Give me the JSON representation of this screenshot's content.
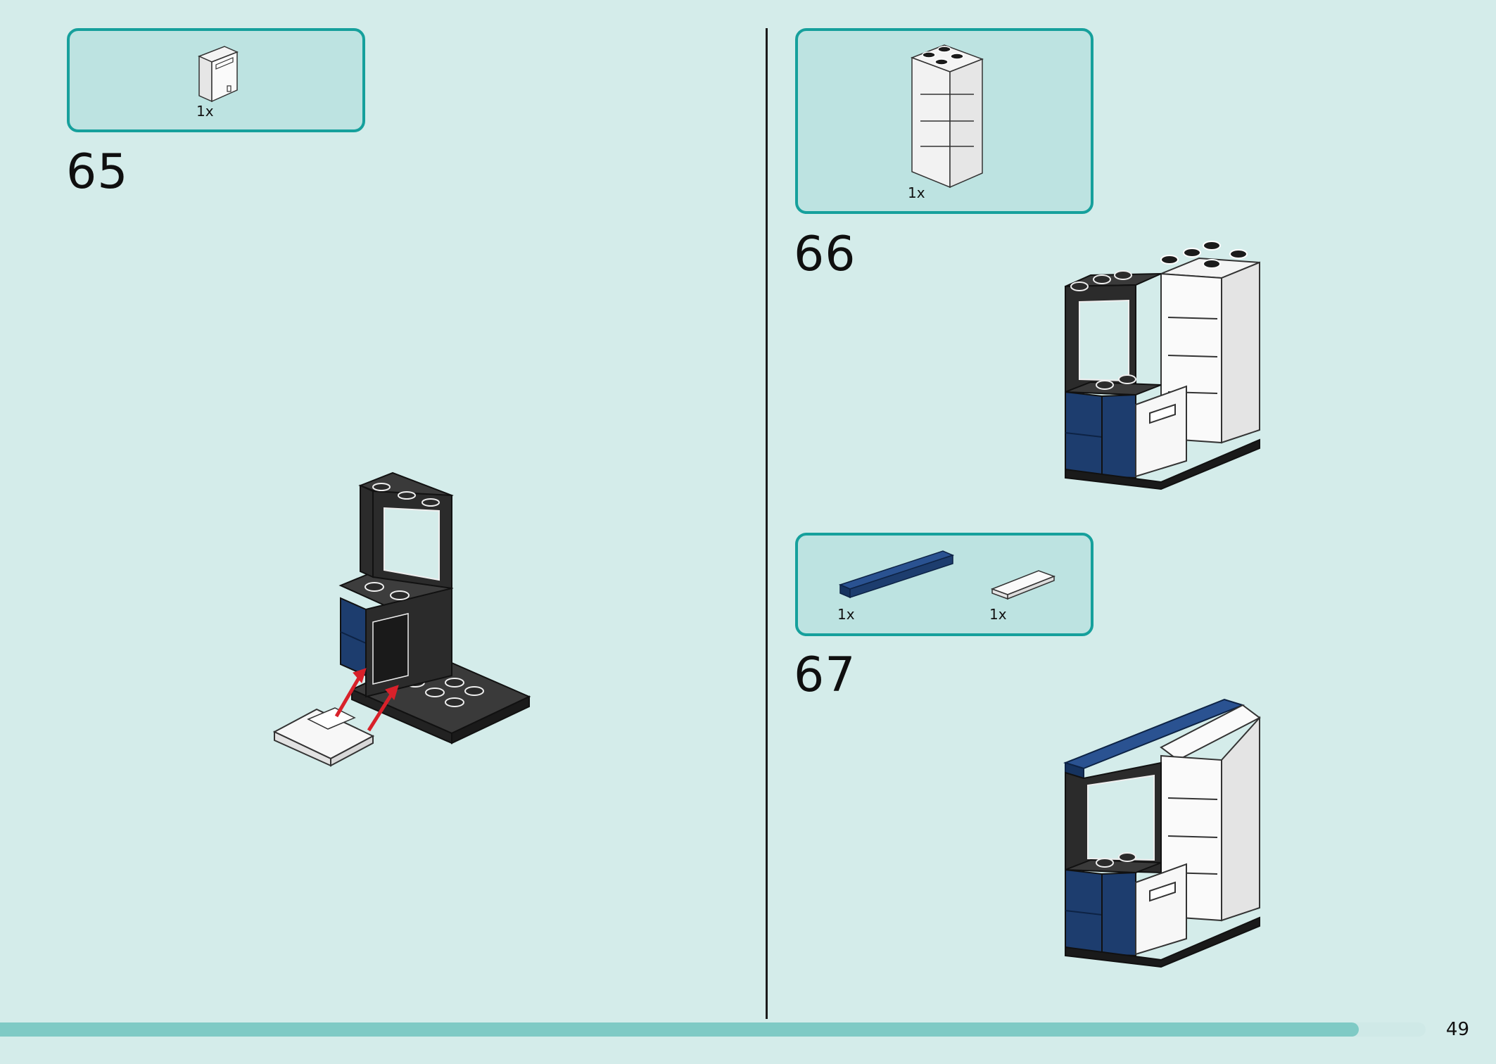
{
  "page": {
    "number": "49",
    "progress_percent": 95.3
  },
  "steps": [
    {
      "number": "65",
      "parts": [
        {
          "qty": "1x",
          "icon": "white-door-frame-piece-icon"
        }
      ]
    },
    {
      "number": "66",
      "parts": [
        {
          "qty": "1x",
          "icon": "white-shelf-cabinet-piece-icon"
        }
      ]
    },
    {
      "number": "67",
      "parts": [
        {
          "qty": "1x",
          "icon": "navy-long-tile-piece-icon"
        },
        {
          "qty": "1x",
          "icon": "white-short-tile-piece-icon"
        }
      ]
    }
  ],
  "colors": {
    "background": "#d4ecea",
    "box_border": "#16a09c",
    "box_fill": "#bde3e1",
    "brick_black": "#2b2b2b",
    "brick_navy": "#1d3d6e",
    "arrow": "#d8212a"
  }
}
